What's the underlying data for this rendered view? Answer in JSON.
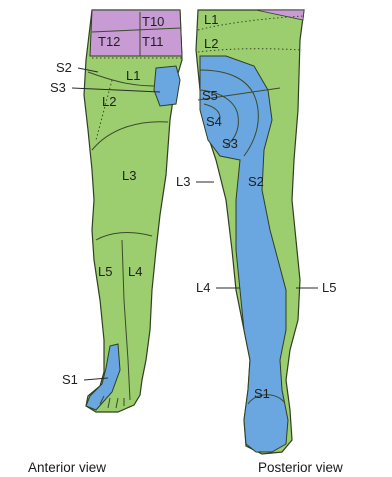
{
  "colors": {
    "green": "#9ccd6e",
    "blue": "#6aa6e0",
    "purple": "#c89bd4",
    "outline": "#2f3f22"
  },
  "anterior": {
    "caption": "Anterior view",
    "labels": {
      "t10": "T10",
      "t11": "T11",
      "t12": "T12",
      "s2": "S2",
      "s3": "S3",
      "l1": "L1",
      "l2": "L2",
      "l3": "L3",
      "l5": "L5",
      "l4": "L4",
      "s1": "S1"
    }
  },
  "posterior": {
    "caption": "Posterior view",
    "labels": {
      "l1": "L1",
      "l2": "L2",
      "s5": "S5",
      "s4": "S4",
      "s3": "S3",
      "l3": "L3",
      "s2": "S2",
      "l4": "L4",
      "l5": "L5",
      "s1": "S1"
    }
  }
}
